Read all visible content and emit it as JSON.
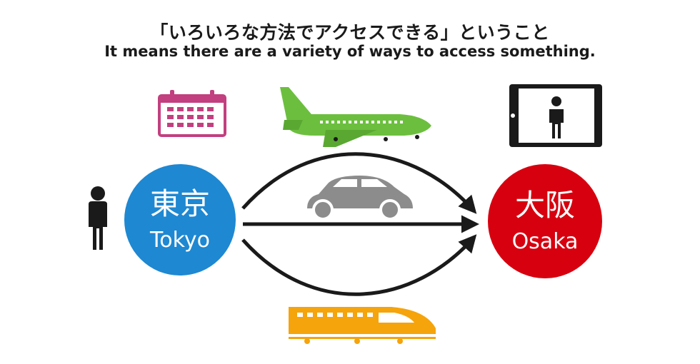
{
  "title_ja": "「いろいろな方法でアクセスできる」ということ",
  "subtitle_en": "It means there are a variety of ways to access something.",
  "origin": {
    "name_ja": "東京",
    "name_en": "Tokyo",
    "color": "#1e88d2"
  },
  "destination": {
    "name_ja": "大阪",
    "name_en": "Osaka",
    "color": "#d7000f"
  },
  "icons": [
    "person-icon",
    "calendar-icon",
    "airplane-icon",
    "car-icon",
    "bullet-train-icon",
    "tablet-icon"
  ],
  "colors": {
    "calendar": "#c2407f",
    "airplane": "#6cbf3e",
    "car": "#8c8c8c",
    "train": "#f5a40c",
    "arrow": "#1a1a1a"
  }
}
